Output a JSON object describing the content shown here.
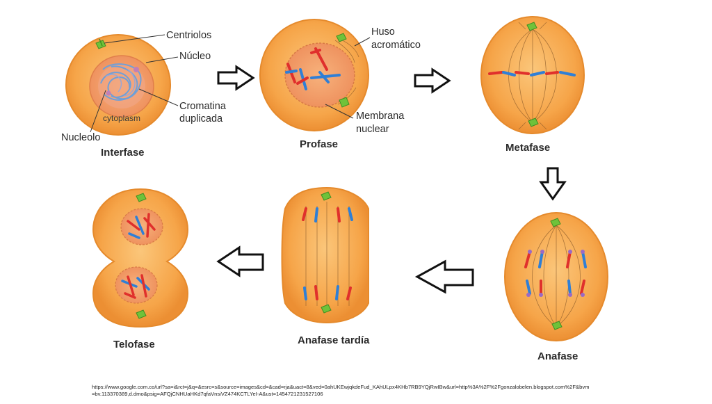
{
  "labels": {
    "centriolos": "Centriolos",
    "nucleo": "Núcleo",
    "cromatina_1": "Cromatina",
    "cromatina_2": "duplicada",
    "nucleolo": "Nucleolo",
    "cytoplasm": "cytoplasm",
    "huso_1": "Huso",
    "huso_2": "acromático",
    "membrana_1": "Membrana",
    "membrana_2": "nuclear"
  },
  "phases": {
    "interfase": "Interfase",
    "profase": "Profase",
    "metafase": "Metafase",
    "anafase": "Anafase",
    "anafase_tardia": "Anafase tardía",
    "telofase": "Telofase"
  },
  "source": {
    "line1": "https://www.google.com.co/url?sa=i&rct=j&q=&esrc=s&source=images&cd=&cad=rja&uact=8&ved=0ahUKEwjqkdeFud_KAhULpx4KHb7RB9YQjRwIBw&url=http%3A%2F%2Fgonzalobelen.blogspot.com%2F&bvm",
    "line2": "=bv.113370389,d.dmo&psig=AFQjCNHUaHKd7qfaVnsiVZ474KCTLYeI-A&ust=1454721231527106"
  },
  "colors": {
    "cell_fill": "#f7a84c",
    "cell_edge": "#e58a2c",
    "nucleus_fill": "#f3a06a",
    "chromosome_red": "#e0302c",
    "chromosome_blue": "#2f7fd6",
    "centriole_green": "#6fc23a"
  }
}
